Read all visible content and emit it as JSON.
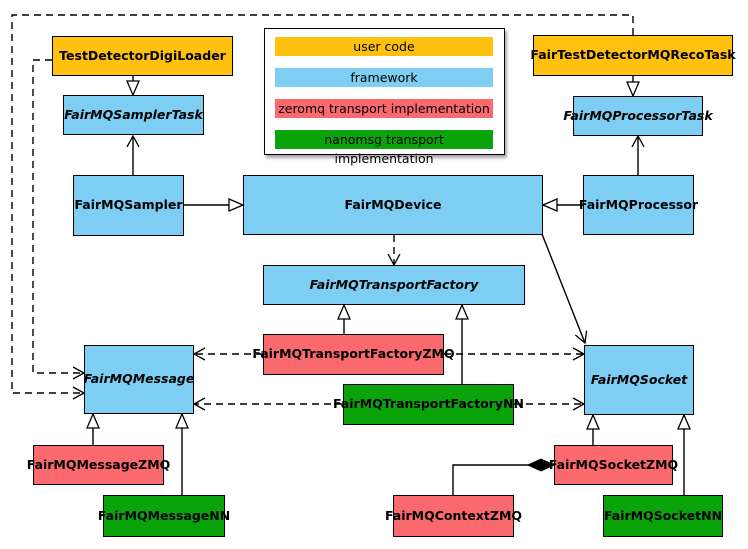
{
  "colors": {
    "user_code": "#FFC10E",
    "framework": "#7DCEF2",
    "zeromq": "#F9696E",
    "nanomsg": "#0AA30A",
    "border": "#000000",
    "background": "#FFFFFF"
  },
  "legend": {
    "items": [
      {
        "label": "user code",
        "category": "user_code"
      },
      {
        "label": "framework",
        "category": "framework"
      },
      {
        "label": "zeromq transport implementation",
        "category": "zeromq"
      },
      {
        "label": "nanomsg transport implementation",
        "category": "nanomsg"
      }
    ]
  },
  "nodes": {
    "testDetectorDigiLoader": {
      "label": "TestDetectorDigiLoader",
      "category": "user_code",
      "abstract": false
    },
    "fairTestDetectorMQRecoTask": {
      "label": "FairTestDetectorMQRecoTask",
      "category": "user_code",
      "abstract": false
    },
    "fairMQSamplerTask": {
      "label": "FairMQSamplerTask",
      "category": "framework",
      "abstract": true
    },
    "fairMQProcessorTask": {
      "label": "FairMQProcessorTask",
      "category": "framework",
      "abstract": true
    },
    "fairMQSampler": {
      "label": "FairMQSampler",
      "category": "framework",
      "abstract": false
    },
    "fairMQDevice": {
      "label": "FairMQDevice",
      "category": "framework",
      "abstract": false
    },
    "fairMQProcessor": {
      "label": "FairMQProcessor",
      "category": "framework",
      "abstract": false
    },
    "fairMQTransportFactory": {
      "label": "FairMQTransportFactory",
      "category": "framework",
      "abstract": true
    },
    "fairMQTransportFactoryZMQ": {
      "label": "FairMQTransportFactoryZMQ",
      "category": "zeromq",
      "abstract": false
    },
    "fairMQTransportFactoryNN": {
      "label": "FairMQTransportFactoryNN",
      "category": "nanomsg",
      "abstract": false
    },
    "fairMQMessage": {
      "label": "FairMQMessage",
      "category": "framework",
      "abstract": true
    },
    "fairMQSocket": {
      "label": "FairMQSocket",
      "category": "framework",
      "abstract": true
    },
    "fairMQMessageZMQ": {
      "label": "FairMQMessageZMQ",
      "category": "zeromq",
      "abstract": false
    },
    "fairMQMessageNN": {
      "label": "FairMQMessageNN",
      "category": "nanomsg",
      "abstract": false
    },
    "fairMQContextZMQ": {
      "label": "FairMQContextZMQ",
      "category": "zeromq",
      "abstract": false
    },
    "fairMQSocketZMQ": {
      "label": "FairMQSocketZMQ",
      "category": "zeromq",
      "abstract": false
    },
    "fairMQSocketNN": {
      "label": "FairMQSocketNN",
      "category": "nanomsg",
      "abstract": false
    }
  },
  "edges": [
    {
      "from": "TestDetectorDigiLoader",
      "to": "FairMQSamplerTask",
      "type": "inheritance"
    },
    {
      "from": "FairTestDetectorMQRecoTask",
      "to": "FairMQProcessorTask",
      "type": "inheritance"
    },
    {
      "from": "FairMQSampler",
      "to": "FairMQDevice",
      "type": "inheritance"
    },
    {
      "from": "FairMQProcessor",
      "to": "FairMQDevice",
      "type": "inheritance"
    },
    {
      "from": "FairMQSampler",
      "to": "FairMQSamplerTask",
      "type": "association"
    },
    {
      "from": "FairMQProcessor",
      "to": "FairMQProcessorTask",
      "type": "association"
    },
    {
      "from": "FairMQDevice",
      "to": "FairMQTransportFactory",
      "type": "dependency"
    },
    {
      "from": "FairMQDevice",
      "to": "FairMQSocket",
      "type": "association"
    },
    {
      "from": "FairMQTransportFactoryZMQ",
      "to": "FairMQTransportFactory",
      "type": "inheritance"
    },
    {
      "from": "FairMQTransportFactoryNN",
      "to": "FairMQTransportFactory",
      "type": "inheritance"
    },
    {
      "from": "FairMQTransportFactoryZMQ",
      "to": "FairMQMessage",
      "type": "dependency"
    },
    {
      "from": "FairMQTransportFactoryZMQ",
      "to": "FairMQSocket",
      "type": "dependency"
    },
    {
      "from": "FairMQTransportFactoryNN",
      "to": "FairMQMessage",
      "type": "dependency"
    },
    {
      "from": "FairMQTransportFactoryNN",
      "to": "FairMQSocket",
      "type": "dependency"
    },
    {
      "from": "TestDetectorDigiLoader",
      "to": "FairMQMessage",
      "type": "dependency"
    },
    {
      "from": "FairTestDetectorMQRecoTask",
      "to": "FairMQMessage",
      "type": "dependency"
    },
    {
      "from": "FairMQMessageZMQ",
      "to": "FairMQMessage",
      "type": "inheritance"
    },
    {
      "from": "FairMQMessageNN",
      "to": "FairMQMessage",
      "type": "inheritance"
    },
    {
      "from": "FairMQSocketZMQ",
      "to": "FairMQSocket",
      "type": "inheritance"
    },
    {
      "from": "FairMQSocketNN",
      "to": "FairMQSocket",
      "type": "inheritance"
    },
    {
      "from": "FairMQContextZMQ",
      "to": "FairMQSocketZMQ",
      "type": "composition"
    }
  ]
}
